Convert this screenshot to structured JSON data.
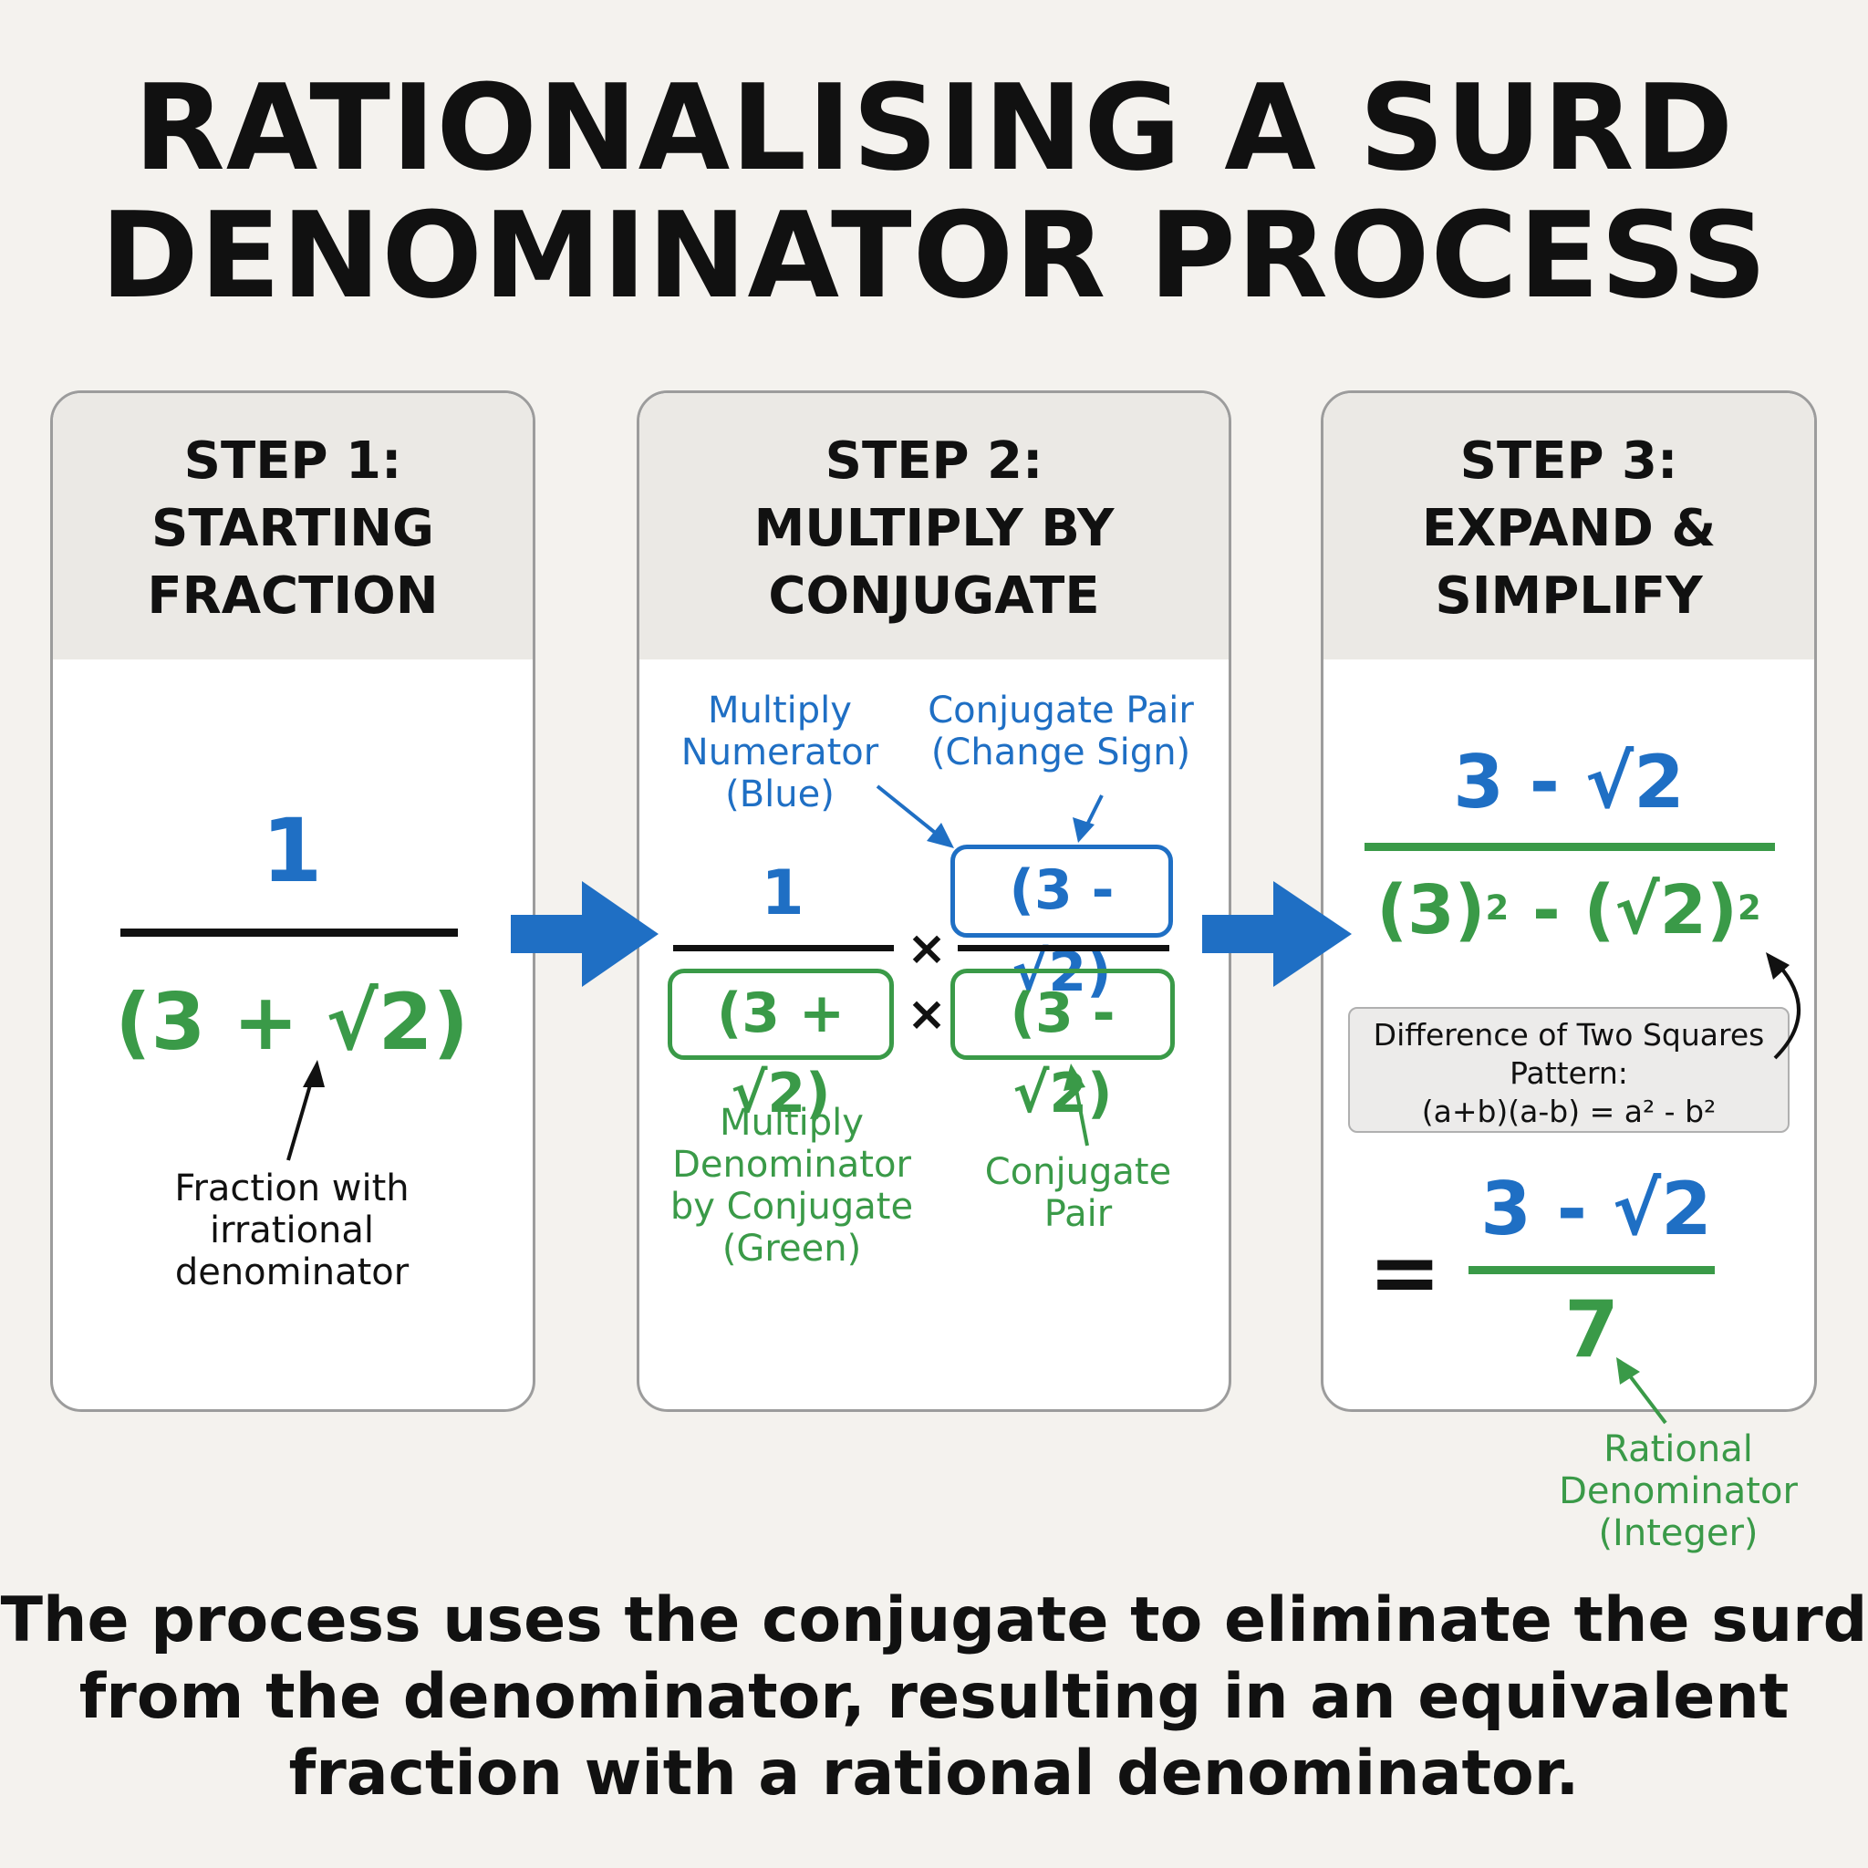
{
  "title": {
    "line1": "RATIONALISING A SURD",
    "line2": "DENOMINATOR PROCESS"
  },
  "steps": [
    {
      "line1": "STEP 1:",
      "line2": "STARTING",
      "line3": "FRACTION"
    },
    {
      "line1": "STEP 2:",
      "line2": "MULTIPLY BY",
      "line3": "CONJUGATE"
    },
    {
      "line1": "STEP 3:",
      "line2": "EXPAND &",
      "line3": "SIMPLIFY"
    }
  ],
  "step1": {
    "numerator": "1",
    "denominator": "(3 + √2)",
    "note": [
      "Fraction with",
      "irrational",
      "denominator"
    ]
  },
  "step2": {
    "numerator": "1",
    "conj_numerator": "(3 - √2)",
    "denominator": "(3 + √2)",
    "conj_denominator": "(3 - √2)",
    "times": "×",
    "note_numerator": [
      "Multiply",
      "Numerator",
      "(Blue)"
    ],
    "note_conj_top": [
      "Conjugate Pair",
      "(Change Sign)"
    ],
    "note_denominator": [
      "Multiply",
      "Denominator",
      "by Conjugate",
      "(Green)"
    ],
    "note_conj_bottom": [
      "Conjugate",
      "Pair"
    ]
  },
  "step3": {
    "numerator": "3 - √2",
    "den_a": "(3)",
    "den_exp_a": "2",
    "den_minus": " - ",
    "den_b": "(√2)",
    "den_exp_b": "2",
    "pattern": [
      "Difference of Two Squares",
      "Pattern:",
      "(a+b)(a-b) = a² - b²"
    ],
    "equals": "=",
    "result_numerator": "3 - √2",
    "result_denominator": "7",
    "note_result": [
      "Rational",
      "Denominator",
      "(Integer)"
    ]
  },
  "footer": [
    "The process uses the conjugate to eliminate the surd",
    "from the denominator, resulting in an equivalent",
    "fraction with a rational denominator."
  ],
  "colors": {
    "numerator_blue": "#1f6fc4",
    "denominator_green": "#3a9a48",
    "arrow_blue": "#1f6fc4"
  }
}
